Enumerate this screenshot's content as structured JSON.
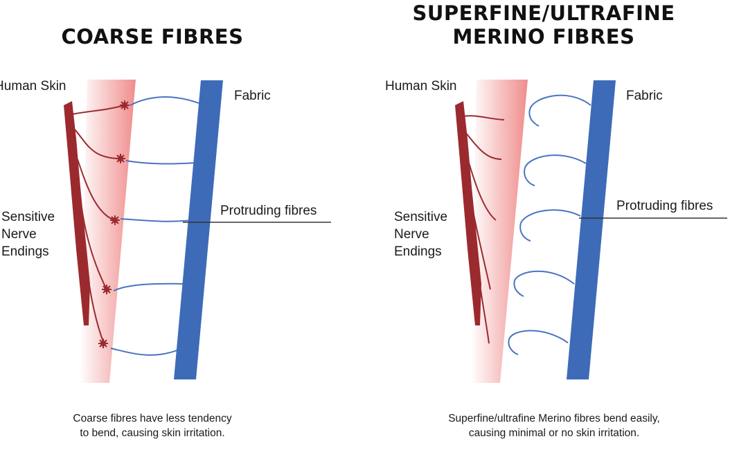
{
  "colors": {
    "skin_gradient_from": "#f08c8c",
    "skin_gradient_to": "#ffffff",
    "nerve": "#9b2a2f",
    "fabric": "#3d6bb8",
    "fibre": "#4774c0",
    "pointer_line": "#333333"
  },
  "left_panel": {
    "title": "COARSE FIBRES",
    "label_skin": "Human Skin",
    "label_fabric": "Fabric",
    "label_nerve": [
      "Sensitive",
      "Nerve",
      "Endings"
    ],
    "label_fibres": "Protruding fibres",
    "caption": [
      "Coarse fibres have less tendency",
      "to bend, causing skin irritation."
    ]
  },
  "right_panel": {
    "title": [
      "SUPERFINE/ULTRAFINE",
      "MERINO FIBRES"
    ],
    "label_skin": "Human Skin",
    "label_fabric": "Fabric",
    "label_nerve": [
      "Sensitive",
      "Nerve",
      "Endings"
    ],
    "label_fibres": "Protruding fibres",
    "caption": [
      "Superfine/ultrafine Merino fibres bend easily,",
      "causing minimal or no skin irritation."
    ]
  }
}
